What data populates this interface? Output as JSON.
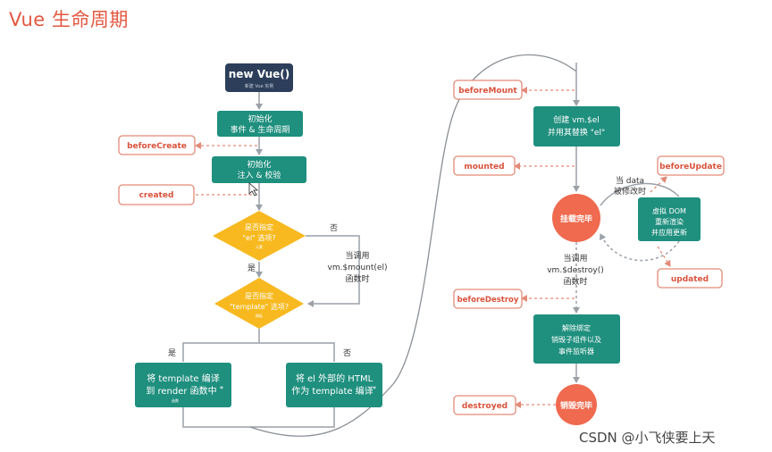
{
  "page": {
    "title": "Vue 生命周期",
    "watermark": "CSDN @小飞侠要上天"
  },
  "colors": {
    "title": "#e2573f",
    "dark_box": "#2c3e5a",
    "green_box": "#1f8f7e",
    "diamond": "#f7b91f",
    "hook_border": "#e38a78",
    "hook_text": "#d9523c",
    "circle": "#ef6a4f",
    "line": "#9aa1a8"
  },
  "nodes": {
    "new_vue": {
      "label": "new Vue()",
      "sub": "新建 Vue 实例"
    },
    "init_events": {
      "line1": "初始化",
      "line2": "事件 & 生命周期"
    },
    "init_inject": {
      "line1": "初始化",
      "line2": "注入 & 校验"
    },
    "has_el": {
      "line1": "是否指定",
      "line2": "\"el\" 选项?",
      "sub": "元素"
    },
    "has_template": {
      "line1": "是否指定",
      "line2": "\"template\" 选项?",
      "sub": "模板"
    },
    "compile_template": {
      "line1": "将 template 编译",
      "line2": "到 render 函数中",
      "star": "*",
      "sub": "函数"
    },
    "compile_html": {
      "line1": "将 el 外部的 HTML",
      "line2": "作为 template 编译",
      "star": "*"
    },
    "create_el": {
      "line1": "创建 vm.$el",
      "line2": "并用其替换 \"el\""
    },
    "mounted_state": {
      "label": "挂载完毕"
    },
    "vdom": {
      "line1": "虚拟 DOM",
      "line2": "重新渲染",
      "line3": "并应用更新"
    },
    "teardown": {
      "line1": "解除绑定",
      "line2": "销毁子组件以及",
      "line3": "事件监听器"
    },
    "destroyed_state": {
      "label": "销毁完毕"
    }
  },
  "hooks": {
    "before_create": "beforeCreate",
    "created": "created",
    "before_mount": "beforeMount",
    "mounted": "mounted",
    "before_update": "beforeUpdate",
    "updated": "updated",
    "before_destroy": "beforeDestroy",
    "destroyed": "destroyed"
  },
  "labels": {
    "no_1": "否",
    "call_mount_1": "当调用",
    "call_mount_2": "vm.$mount(el)",
    "call_mount_3": "函数时",
    "yes_1": "是",
    "yes_2": "是",
    "no_2": "否",
    "data_change_1": "当 data",
    "data_change_2": "被修改时",
    "call_destroy_1": "当调用",
    "call_destroy_2": "vm.$destroy()",
    "call_destroy_3": "函数时"
  }
}
